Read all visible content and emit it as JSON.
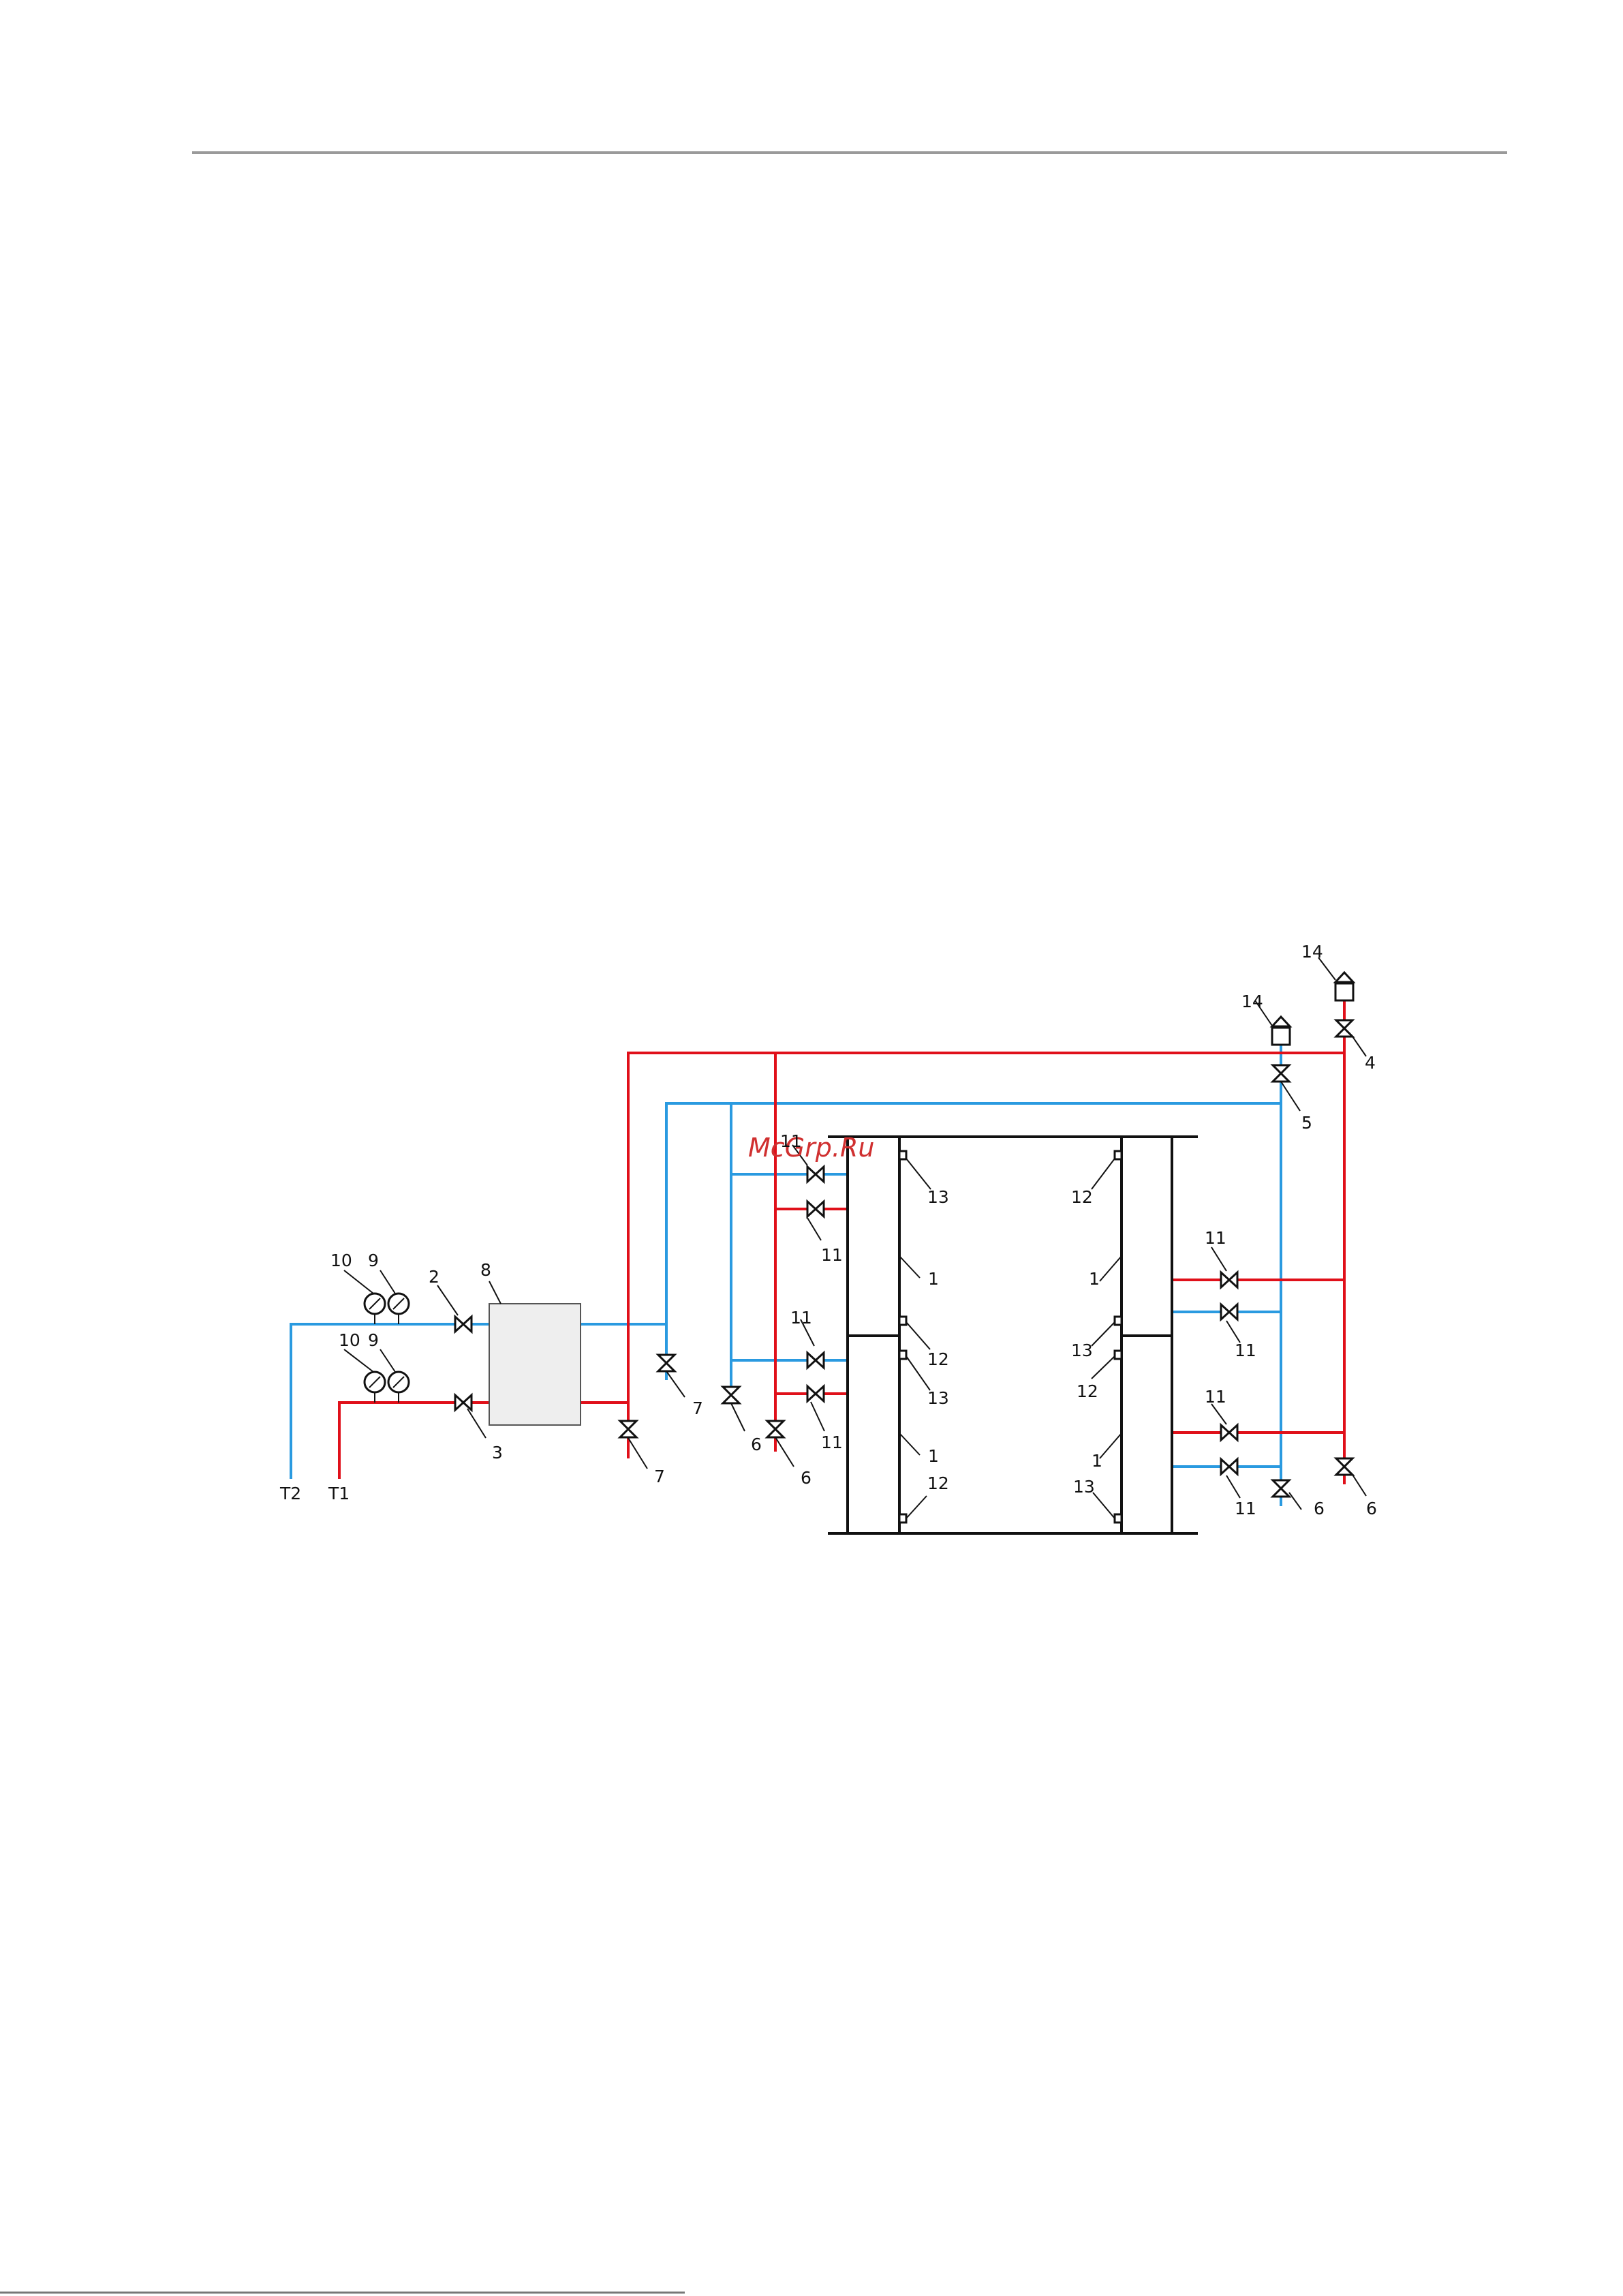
{
  "watermark": "McGrp.Ru",
  "colors": {
    "supply_pipe": "#e0101a",
    "return_pipe": "#2a9ae0",
    "structure": "#111111",
    "heat_unit_fill": "#eeeeee",
    "header_rule": "#9a9a9a"
  },
  "pipe_labels": {
    "return": "T2",
    "supply": "T1"
  },
  "callouts": {
    "n1": "1",
    "n2": "2",
    "n3": "3",
    "n4": "4",
    "n5": "5",
    "n6": "6",
    "n7": "7",
    "n8": "8",
    "n9": "9",
    "n10": "10",
    "n11": "11",
    "n12": "12",
    "n13": "13",
    "n14": "14"
  }
}
